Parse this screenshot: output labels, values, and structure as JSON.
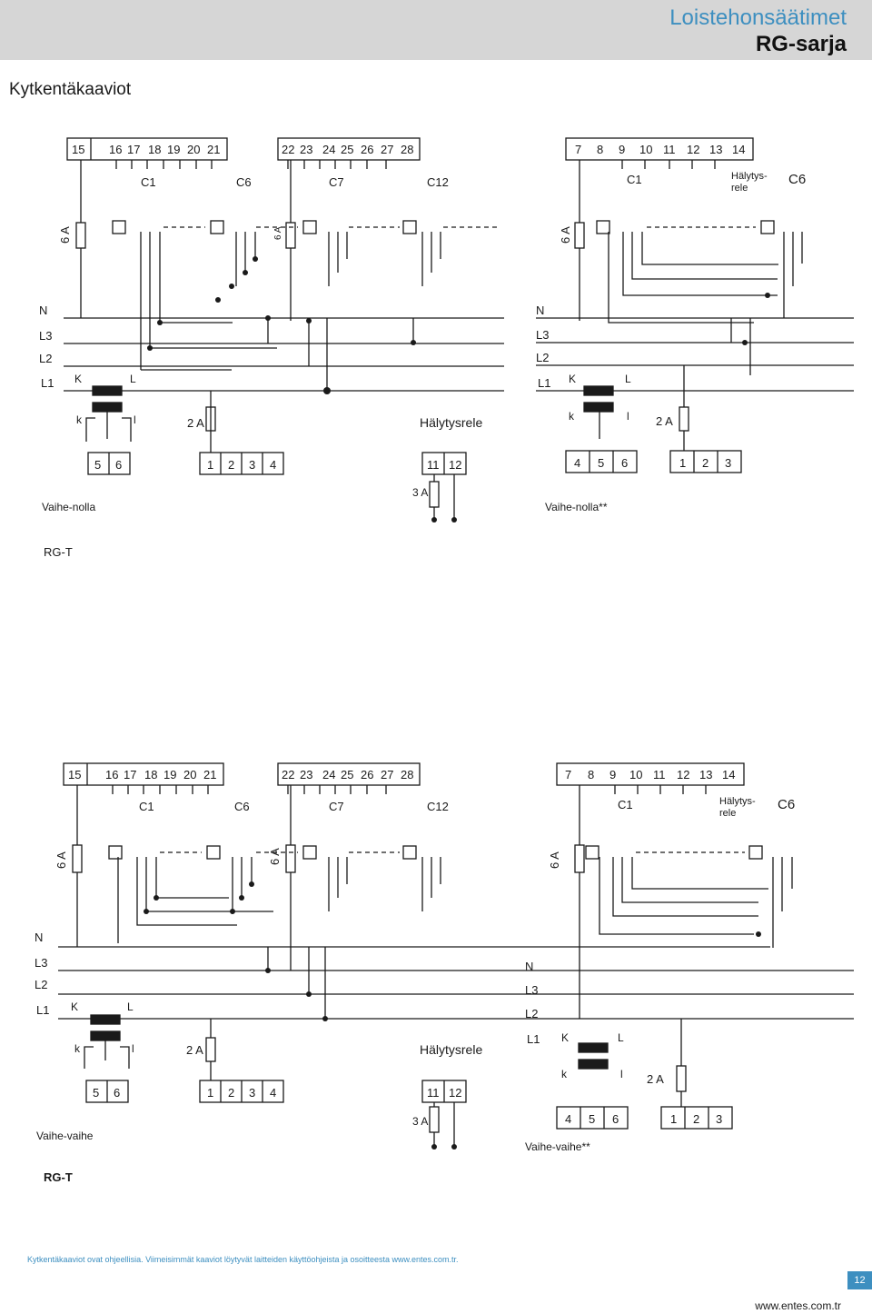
{
  "header": {
    "title": "Loistehonsäätimet",
    "subtitle": "RG-sarja"
  },
  "section_title": "Kytkentäkaaviot",
  "diagram1": {
    "terminals_a": [
      "15",
      "16",
      "17",
      "18",
      "19",
      "20",
      "21"
    ],
    "terminals_b": [
      "22",
      "23",
      "24",
      "25",
      "26",
      "27",
      "28"
    ],
    "terminals_c": [
      "7",
      "8",
      "9",
      "10",
      "11",
      "12",
      "13",
      "14"
    ],
    "cap_labels": [
      "C1",
      "C6",
      "C7",
      "C12",
      "C1",
      "C6"
    ],
    "alarm_relay_split": [
      "Hälytys-",
      "rele"
    ],
    "fuse_6a": "6 A",
    "fuse_2a": "2 A",
    "fuse_3a": "3 A",
    "lines": [
      "N",
      "L3",
      "L2",
      "L1"
    ],
    "ct_primary": [
      "K",
      "L"
    ],
    "ct_secondary": [
      "k",
      "l"
    ],
    "alarm_relay": "Hälytysrele",
    "block_56": [
      "5",
      "6"
    ],
    "block_1234": [
      "1",
      "2",
      "3",
      "4"
    ],
    "block_1112": [
      "11",
      "12"
    ],
    "block_456": [
      "4",
      "5",
      "6"
    ],
    "block_123": [
      "1",
      "2",
      "3"
    ],
    "caption_left": "Vaihe-nolla",
    "caption_right": "Vaihe-nolla**",
    "model": "RG-T"
  },
  "diagram2": {
    "terminals_a": [
      "15",
      "16",
      "17",
      "18",
      "19",
      "20",
      "21"
    ],
    "terminals_b": [
      "22",
      "23",
      "24",
      "25",
      "26",
      "27",
      "28"
    ],
    "terminals_c": [
      "7",
      "8",
      "9",
      "10",
      "11",
      "12",
      "13",
      "14"
    ],
    "cap_labels": [
      "C1",
      "C6",
      "C7",
      "C12",
      "C1",
      "C6"
    ],
    "alarm_relay_split": [
      "Hälytys-",
      "rele"
    ],
    "fuse_6a": "6 A",
    "fuse_2a": "2 A",
    "fuse_3a": "3 A",
    "lines": [
      "N",
      "L3",
      "L2",
      "L1"
    ],
    "ct_primary": [
      "K",
      "L"
    ],
    "ct_secondary": [
      "k",
      "l"
    ],
    "alarm_relay": "Hälytysrele",
    "block_56": [
      "5",
      "6"
    ],
    "block_1234": [
      "1",
      "2",
      "3",
      "4"
    ],
    "block_1112": [
      "11",
      "12"
    ],
    "block_456": [
      "4",
      "5",
      "6"
    ],
    "block_123": [
      "1",
      "2",
      "3"
    ],
    "caption_left": "Vaihe-vaihe",
    "caption_right": "Vaihe-vaihe**",
    "model": "RG-T"
  },
  "footer": {
    "note": "Kytkentäkaaviot ovat ohjeellisia. Viimeisimmät kaaviot löytyvät laitteiden käyttöohjeista ja osoitteesta www.entes.com.tr.",
    "page_number": "12",
    "website": "www.entes.com.tr"
  },
  "colors": {
    "accent": "#3d8fc0",
    "header_bg": "#d6d6d6"
  }
}
